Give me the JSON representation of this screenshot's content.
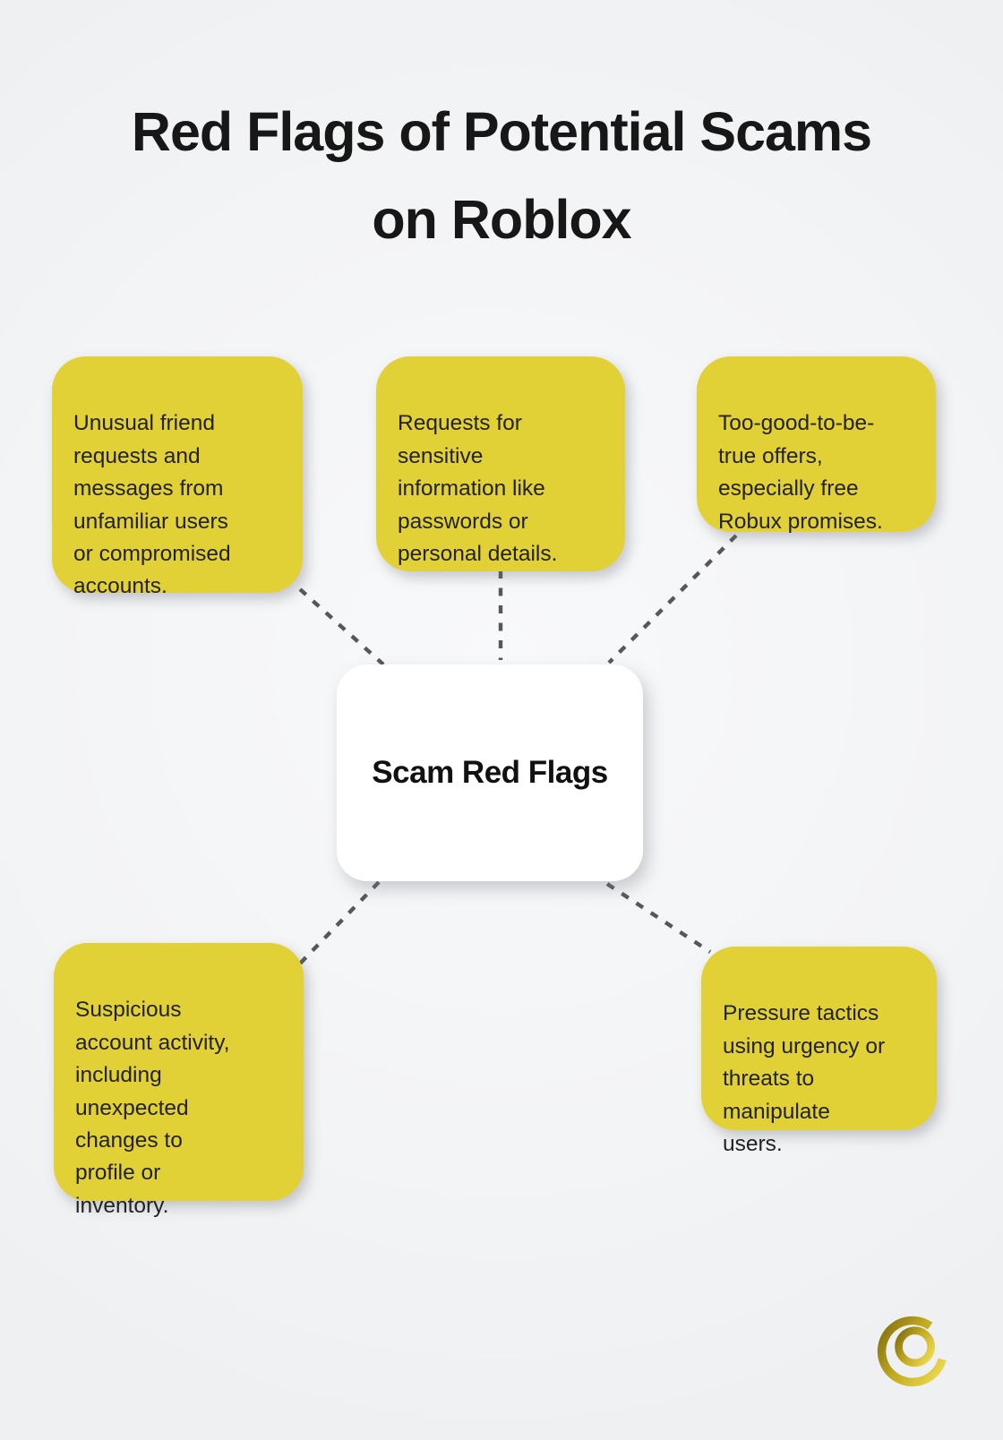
{
  "title": "Red Flags of Potential Scams\non Roblox",
  "center_node": {
    "label": "Scam Red Flags"
  },
  "flags": [
    {
      "id": "unusual-friend-requests",
      "text": "Unusual friend\nrequests and\nmessages from\nunfamiliar users\nor compromised\naccounts."
    },
    {
      "id": "sensitive-information-requests",
      "text": "Requests for\nsensitive\ninformation like\npasswords or\npersonal details."
    },
    {
      "id": "too-good-to-be-true-offers",
      "text": "Too-good-to-be-\ntrue offers,\nespecially free\nRobux promises."
    },
    {
      "id": "suspicious-account-activity",
      "text": "Suspicious\naccount activity,\nincluding\nunexpected\nchanges to\nprofile or\ninventory."
    },
    {
      "id": "pressure-tactics",
      "text": "Pressure tactics\nusing urgency or\nthreats to\nmanipulate\nusers."
    }
  ],
  "colors": {
    "background": "#f3f4f6",
    "flag_background": "#e2d136",
    "flag_text": "#222222",
    "title_text": "#171717",
    "node_background": "#ffffff",
    "connector": "#57575a",
    "logo_gold_dark": "#8c7710",
    "logo_gold_light": "#ead74d"
  },
  "logo": {
    "name": "cq-gold-monogram"
  }
}
